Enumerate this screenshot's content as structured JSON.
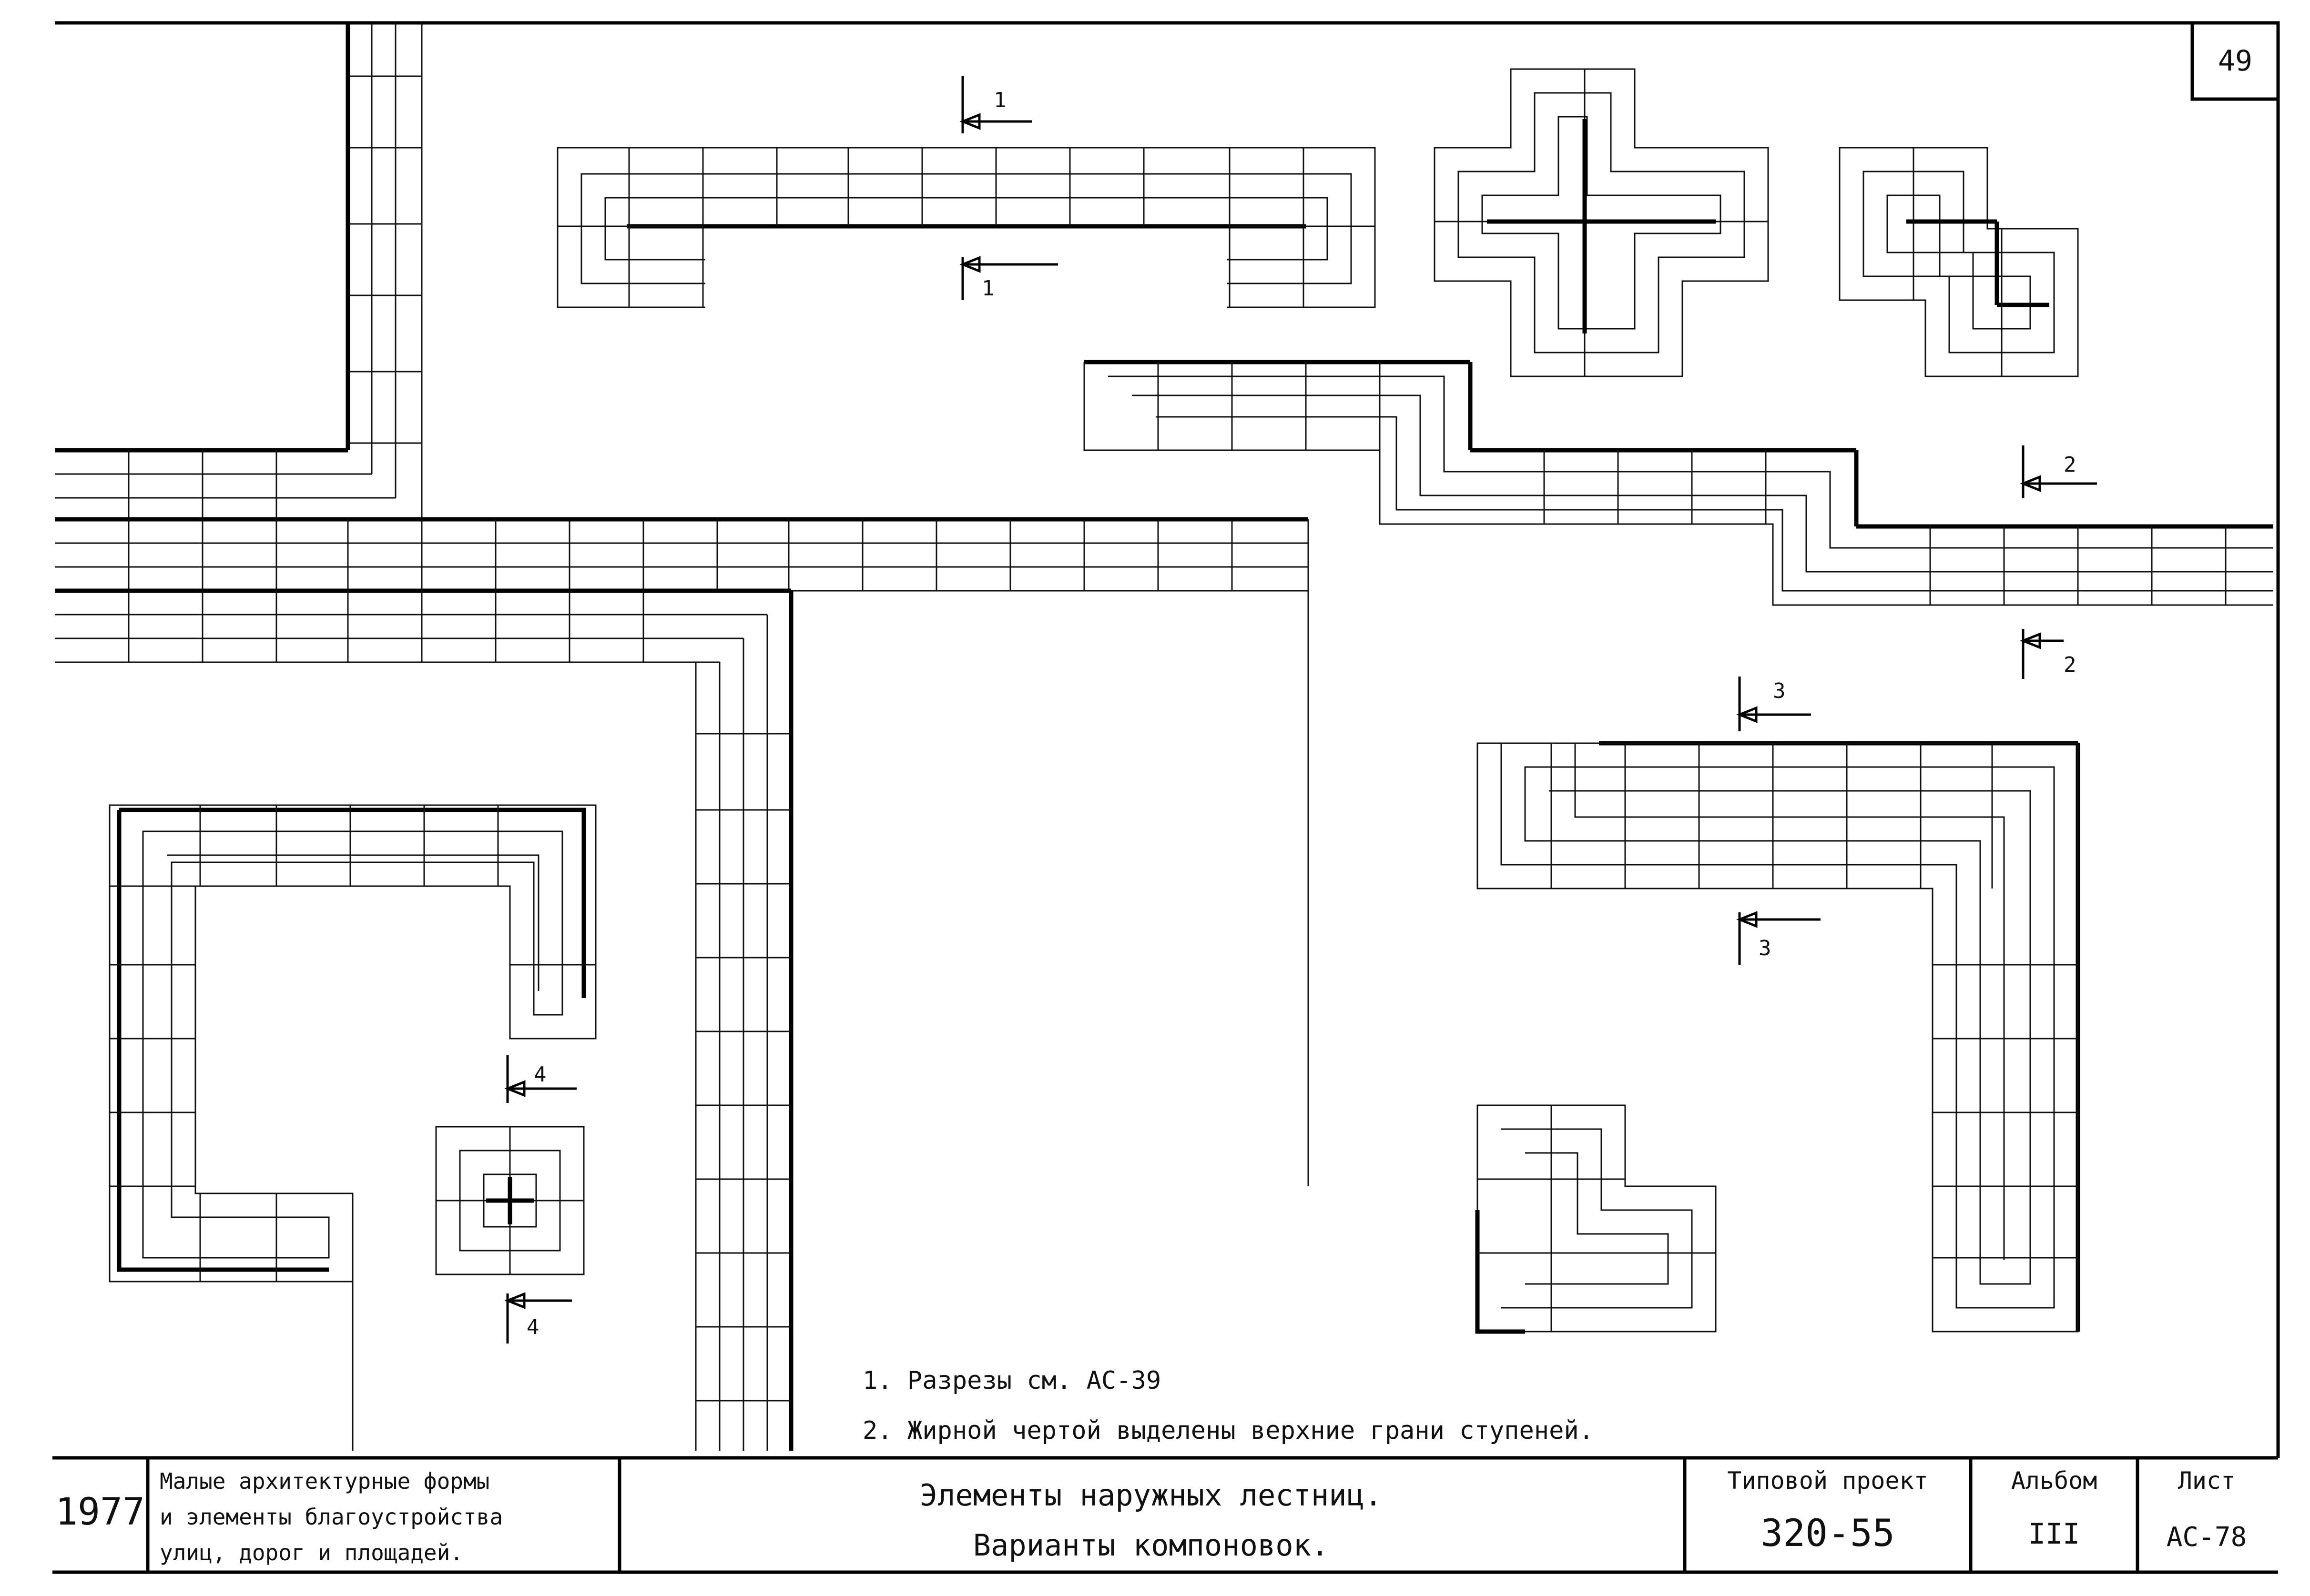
{
  "sheet_corner_number": "49",
  "section_marks": [
    "1",
    "1",
    "2",
    "2",
    "3",
    "3",
    "4",
    "4"
  ],
  "notes": [
    "1. Разрезы см. АС-39",
    "2. Жирной чертой выделены верхние грани ступеней."
  ],
  "title_block": {
    "year": "1977",
    "series_lines": [
      "Малые архитектурные формы",
      "и элементы благоустройства",
      "улиц, дорог и площадей."
    ],
    "title_lines": [
      "Элементы наружных лестниц.",
      "Варианты компоновок."
    ],
    "project_label": "Типовой проект",
    "project_number": "320-55",
    "album_label": "Альбом",
    "album_number": "III",
    "sheet_label": "Лист",
    "sheet_number": "АС-78"
  }
}
